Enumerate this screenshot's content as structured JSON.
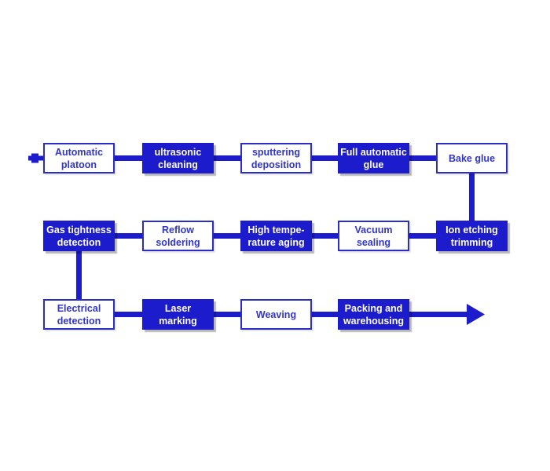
{
  "diagram": {
    "type": "flowchart",
    "colors": {
      "accent_blue": "#1c1ccd",
      "box_border_blue": "#2a2ec6",
      "text_blue": "#3235cb",
      "filled_text": "#ffffff",
      "background": "#ffffff"
    },
    "nodes": [
      {
        "id": "automatic-platoon",
        "label": "Automatic platoon",
        "variant": "outline",
        "lines": [
          "Automatic",
          "platoon"
        ]
      },
      {
        "id": "ultrasonic-cleaning",
        "label": "ultrasonic cleaning",
        "variant": "filled",
        "lines": [
          "ultrasonic",
          "cleaning"
        ]
      },
      {
        "id": "sputtering-deposition",
        "label": "sputtering deposition",
        "variant": "outline",
        "lines": [
          "sputtering",
          "deposition"
        ]
      },
      {
        "id": "full-automatic-glue",
        "label": "Full automatic glue",
        "variant": "filled",
        "lines": [
          "Full automatic",
          "glue"
        ]
      },
      {
        "id": "bake-glue",
        "label": "Bake glue",
        "variant": "outline",
        "lines": [
          "Bake glue"
        ]
      },
      {
        "id": "gas-tightness-detection",
        "label": "Gas tightness detection",
        "variant": "filled",
        "lines": [
          "Gas tightness",
          "detection"
        ]
      },
      {
        "id": "reflow-soldering",
        "label": "Reflow soldering",
        "variant": "outline",
        "lines": [
          "Reflow",
          "soldering"
        ]
      },
      {
        "id": "high-temperature-aging",
        "label": "High tempe-rature aging",
        "variant": "filled",
        "lines": [
          "High tempe-",
          "rature aging"
        ]
      },
      {
        "id": "vacuum-sealing",
        "label": "Vacuum sealing",
        "variant": "outline",
        "lines": [
          "Vacuum",
          "sealing"
        ]
      },
      {
        "id": "ion-etching-trimming",
        "label": "Ion etching trimming",
        "variant": "filled",
        "lines": [
          "Ion etching",
          "trimming"
        ]
      },
      {
        "id": "electrical-detection",
        "label": "Electrical detection",
        "variant": "outline",
        "lines": [
          "Electrical",
          "detection"
        ]
      },
      {
        "id": "laser-marking",
        "label": "Laser marking",
        "variant": "filled",
        "lines": [
          "Laser",
          "marking"
        ]
      },
      {
        "id": "weaving",
        "label": "Weaving",
        "variant": "outline",
        "lines": [
          "Weaving"
        ]
      },
      {
        "id": "packing-and-warehousing",
        "label": "Packing and warehousing",
        "variant": "filled",
        "lines": [
          "Packing and",
          "warehousing"
        ]
      }
    ],
    "flow_sequence": [
      "Automatic platoon",
      "ultrasonic cleaning",
      "sputtering deposition",
      "Full automatic glue",
      "Bake glue",
      "Ion etching trimming",
      "Vacuum sealing",
      "High tempe-rature aging",
      "Reflow soldering",
      "Gas tightness detection",
      "Electrical detection",
      "Laser marking",
      "Weaving",
      "Packing and warehousing"
    ],
    "markers": {
      "start": "short line stub entering first box from the left",
      "end": "thick right-pointing arrow after last box"
    }
  }
}
